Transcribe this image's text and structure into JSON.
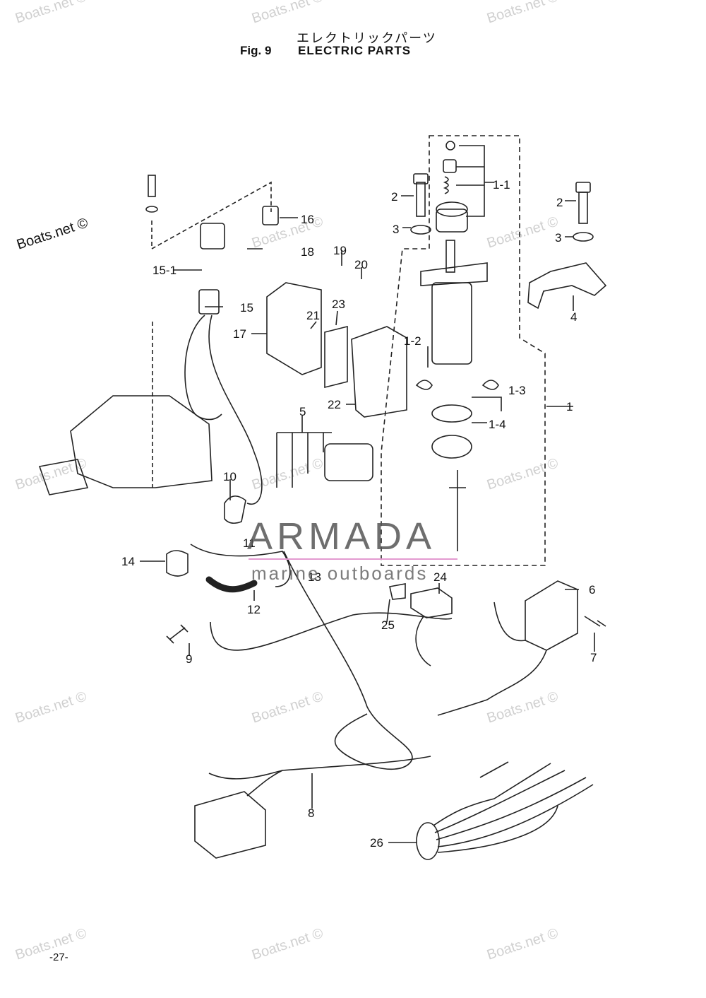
{
  "header": {
    "jp_title": "エレクトリックパーツ",
    "fig_no": "Fig. 9",
    "fig_title": "ELECTRIC PARTS"
  },
  "watermarks": {
    "text": "Boats.net ©",
    "brand": "ARMADA",
    "brand_sub": "marine outboards",
    "brand_color": "#e39ad0"
  },
  "page_number": "-27-",
  "callouts": [
    "1",
    "1-1",
    "1-2",
    "1-3",
    "1-4",
    "2",
    "3",
    "4",
    "5",
    "6",
    "7",
    "8",
    "9",
    "10",
    "11",
    "12",
    "13",
    "14",
    "15",
    "15-1",
    "16",
    "17",
    "18",
    "19",
    "20",
    "21",
    "22",
    "23",
    "24",
    "25",
    "26"
  ]
}
